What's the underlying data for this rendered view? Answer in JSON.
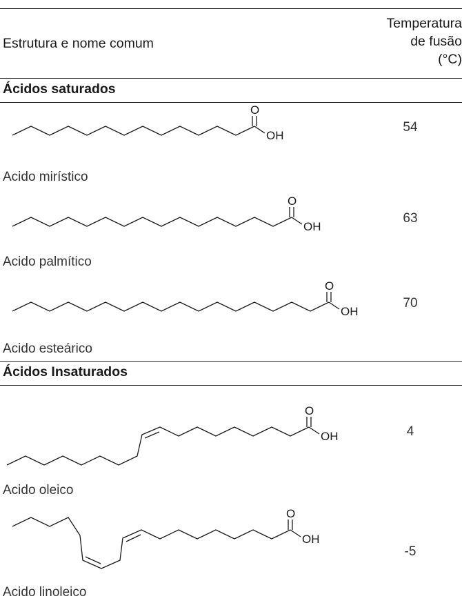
{
  "header": {
    "col_structure": "Estrutura e nome comum",
    "col_temp_line1": "Temperatura",
    "col_temp_line2": "de fusão",
    "col_temp_line3": "(°C)"
  },
  "sections": {
    "saturated": "Ácidos saturados",
    "unsaturated": "Ácidos Insaturados"
  },
  "acids": [
    {
      "name": "Acido mirístico",
      "temp": "54"
    },
    {
      "name": "Acido palmítico",
      "temp": "63"
    },
    {
      "name": "Acido esteárico",
      "temp": "70"
    },
    {
      "name": "Acido oleico",
      "temp": "4"
    },
    {
      "name": "Acido linoleico",
      "temp": "-5"
    }
  ],
  "atoms": {
    "oxygen": "O",
    "hydroxyl": "OH"
  }
}
